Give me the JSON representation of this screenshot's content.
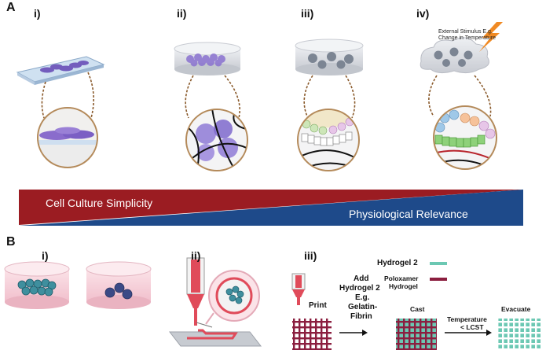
{
  "panel_a": {
    "label": "A",
    "steps": [
      "i)",
      "ii)",
      "iii)",
      "iv)"
    ],
    "stimulus_line1": "External Stimulus E.g.",
    "stimulus_line2": "Change in Temperature",
    "banner_left": "Cell Culture Simplicity",
    "banner_right": "Physiological Relevance",
    "colors": {
      "banner_red": "#9b1c22",
      "banner_blue": "#1e4a8a",
      "cell_purple": "#7b5fc4",
      "link_brown": "#8a5a2b"
    }
  },
  "panel_b": {
    "label": "B",
    "steps": [
      "i)",
      "ii)",
      "iii)"
    ],
    "print_label": "Print",
    "add_line1": "Add",
    "add_line2": "Hydrogel 2",
    "add_line3": "E.g.",
    "add_line4": "Gelatin-",
    "add_line5": "Fibrin",
    "legend_h2": "Hydrogel 2",
    "legend_pol1": "Poloxamer",
    "legend_pol2": "Hydrogel",
    "cast_label": "Cast",
    "temp_line1": "Temperature",
    "temp_line2": "< LCST",
    "evacuate_label": "Evacuate",
    "colors": {
      "hydrogel2": "#6cc8b3",
      "poloxamer": "#8b1e3f",
      "gel_pink": "#f4cfd8",
      "nozzle_red": "#e04b5a"
    }
  }
}
